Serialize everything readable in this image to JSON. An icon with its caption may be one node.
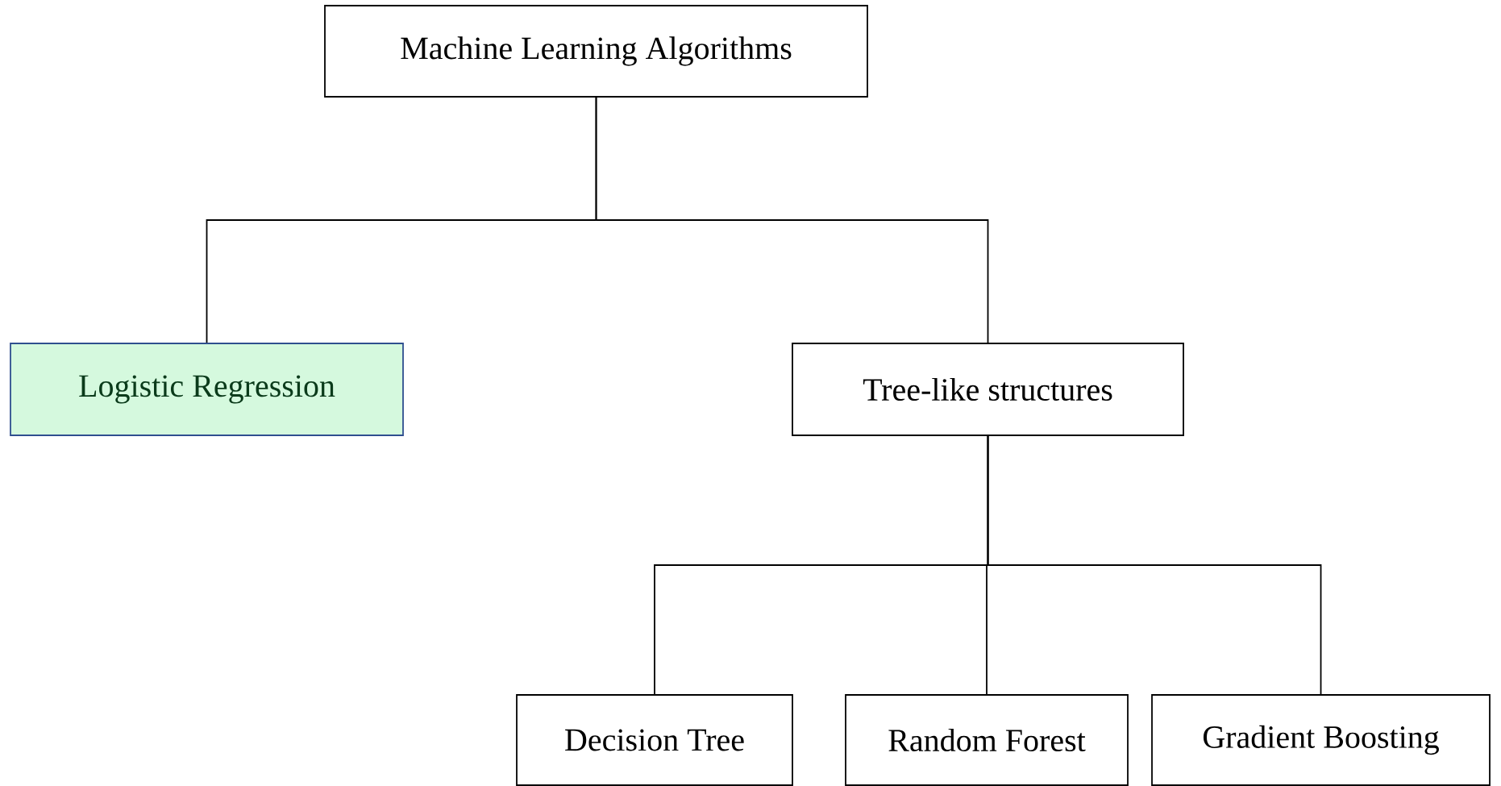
{
  "diagram": {
    "nodes": [
      {
        "text": [
          "Machine Learning Algorithms"
        ]
      },
      {
        "text": [
          "Logistic Regression"
        ]
      },
      {
        "text": [
          "Tree-like structures"
        ]
      },
      {
        "text": [
          "Decision Tree"
        ]
      },
      {
        "text": [
          "Random Forest"
        ]
      },
      {
        "text": [
          "Gradient Boosting"
        ]
      }
    ],
    "edges": [
      {
        "from": 0,
        "to": 1,
        "arrow": "none"
      },
      {
        "from": 0,
        "to": 2,
        "arrow": "none"
      },
      {
        "from": 2,
        "to": 3,
        "arrow": "none"
      },
      {
        "from": 2,
        "to": 4,
        "arrow": "none"
      },
      {
        "from": 2,
        "to": 5,
        "arrow": "none"
      }
    ]
  }
}
